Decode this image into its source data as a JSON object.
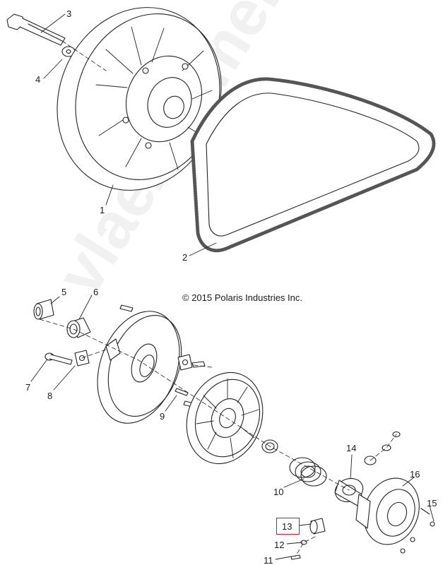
{
  "copyright": "© 2015 Polaris Industries Inc.",
  "watermark": "vlaextremelife",
  "highlight_color": "#d01818",
  "highlighted_part": "13",
  "callouts": [
    "1",
    "2",
    "3",
    "4",
    "5",
    "6",
    "7",
    "8",
    "9",
    "10",
    "11",
    "12",
    "13",
    "14",
    "15",
    "16"
  ]
}
